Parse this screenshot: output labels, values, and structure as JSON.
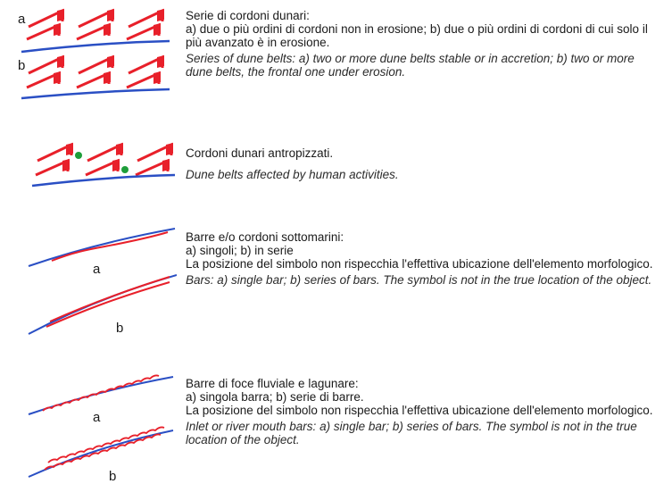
{
  "entries": [
    {
      "id": "dune-belts",
      "labels": [
        "a",
        "b"
      ],
      "it_title": "Serie di cordoni dunari:",
      "it_desc": "a) due o più ordini di cordoni non in erosione; b) due o più ordini di cordoni di cui solo il più avanzato è in erosione.",
      "en_title": "Series of dune belts:",
      "en_desc": "a) two or more dune belts stable or in accretion; b) two or more dune belts, the frontal one under erosion."
    },
    {
      "id": "human-dunes",
      "it_title": "Cordoni dunari antropizzati.",
      "en_title": "Dune belts affected by human activities."
    },
    {
      "id": "submarine-bars",
      "labels": [
        "a",
        "b"
      ],
      "it_title": "Barre e/o cordoni sottomarini:",
      "it_sub": "a) singoli; b) in serie",
      "it_note": "La posizione del simbolo non rispecchia l'effettiva ubicazione dell'elemento morfologico.",
      "en_title": "Bars:",
      "en_desc": "a) single bar; b) series of bars. The symbol is not in the true location of the object."
    },
    {
      "id": "mouth-bars",
      "labels": [
        "a",
        "b"
      ],
      "it_title": "Barre di foce fluviale e lagunare:",
      "it_sub": "a) singola barra; b) serie di barre.",
      "it_note": "La posizione del simbolo non rispecchia l'effettiva ubicazione dell'elemento morfologico.",
      "en_title": "Inlet or river mouth bars:",
      "en_desc": "a) single bar; b) series of bars. The symbol is not in the true location of the object."
    }
  ],
  "colors": {
    "red": "#e8202a",
    "blue": "#2a4fc4",
    "green": "#1e9e3a",
    "text": "#1a1a1a"
  }
}
